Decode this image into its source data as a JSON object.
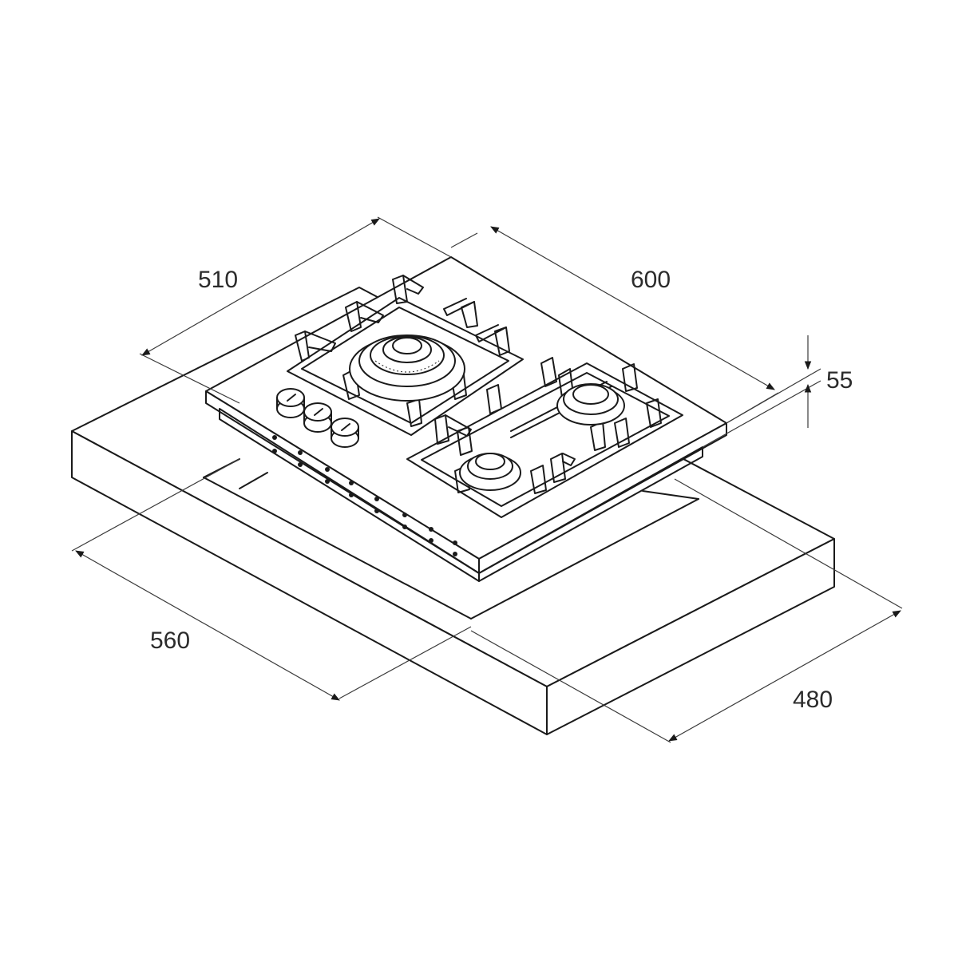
{
  "dimensions": {
    "hob_depth": "510",
    "hob_width": "600",
    "hob_height": "55",
    "cutout_width": "560",
    "cutout_depth": "480"
  },
  "colors": {
    "line": "#1a1a1a",
    "dimension_line": "#3a3a3a",
    "background": "#ffffff"
  }
}
